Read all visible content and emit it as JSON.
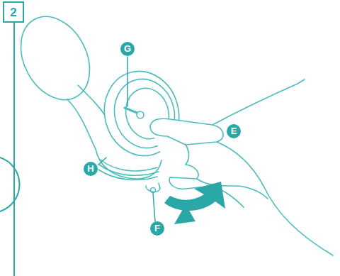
{
  "diagram": {
    "nodes": [
      {
        "text": [
          "2"
        ]
      }
    ],
    "labels": [
      "G",
      "E",
      "H",
      "F"
    ]
  }
}
